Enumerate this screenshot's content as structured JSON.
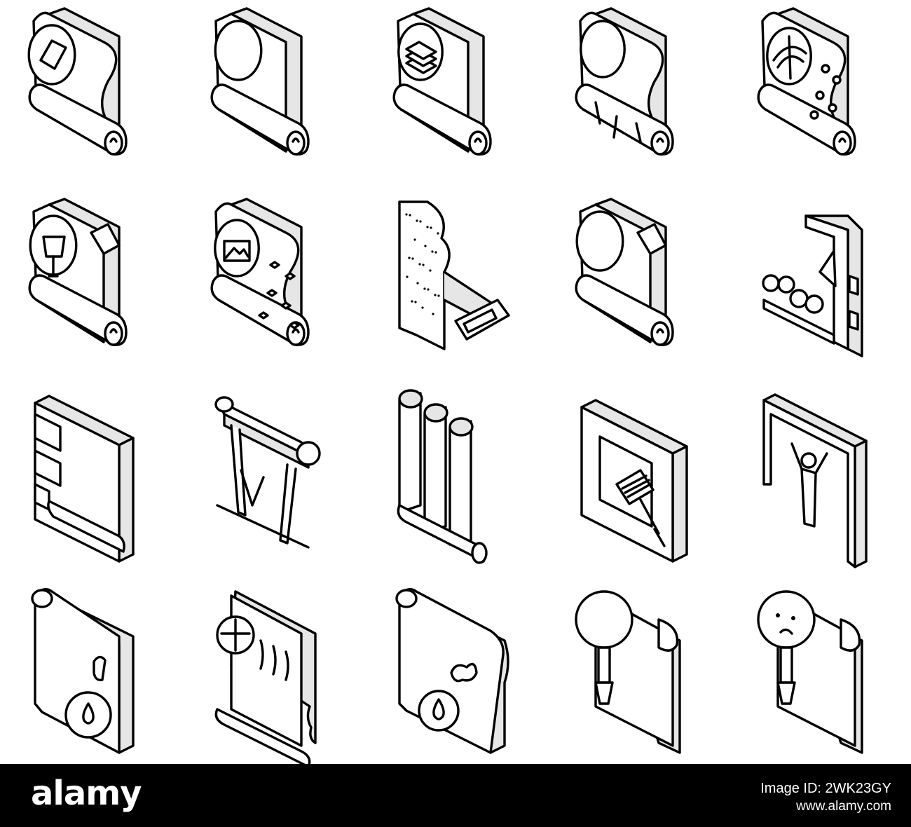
{
  "colors": {
    "stroke": "#000000",
    "side_fill": "#e6e6e6",
    "background": "#ffffff",
    "watermark_bar": "#000000",
    "watermark_text": "#ffffff"
  },
  "icons": [
    {
      "name": "wallpaper-roll-diamond-icon",
      "kind": "roll-diamond"
    },
    {
      "name": "wallpaper-roll-blank-icon",
      "kind": "roll-blank"
    },
    {
      "name": "wallpaper-roll-layers-icon",
      "kind": "roll-layers"
    },
    {
      "name": "wallpaper-roll-torn-icon",
      "kind": "roll-torn"
    },
    {
      "name": "wallpaper-roll-dotted-icon",
      "kind": "roll-dotted"
    },
    {
      "name": "wallpaper-roll-brush-icon",
      "kind": "roll-brush"
    },
    {
      "name": "wallpaper-roll-image-icon",
      "kind": "roll-image"
    },
    {
      "name": "textured-wall-sponge-icon",
      "kind": "sponge-wall"
    },
    {
      "name": "wallpaper-roll-corner-icon",
      "kind": "roll-corner"
    },
    {
      "name": "wallpaper-machine-icon",
      "kind": "machine"
    },
    {
      "name": "wall-with-bricks-roll-icon",
      "kind": "wall-bricks"
    },
    {
      "name": "pasting-table-icon",
      "kind": "table"
    },
    {
      "name": "wallpaper-rolls-stack-icon",
      "kind": "rolls-stack"
    },
    {
      "name": "paint-roller-wall-icon",
      "kind": "roller-wall"
    },
    {
      "name": "person-hanging-wallpaper-icon",
      "kind": "person-wall"
    },
    {
      "name": "wallpaper-water-drop-icon",
      "kind": "scroll-drop"
    },
    {
      "name": "wallpaper-no-water-icon",
      "kind": "scroll-cross"
    },
    {
      "name": "wallpaper-stain-icon",
      "kind": "scroll-stain"
    },
    {
      "name": "wallpaper-magnifier-icon",
      "kind": "scroll-magnifier"
    },
    {
      "name": "wallpaper-sad-magnifier-icon",
      "kind": "scroll-sad"
    }
  ],
  "watermark": {
    "logo": "alamy",
    "image_id": "Image ID: 2WK23GY",
    "url": "www.alamy.com"
  }
}
